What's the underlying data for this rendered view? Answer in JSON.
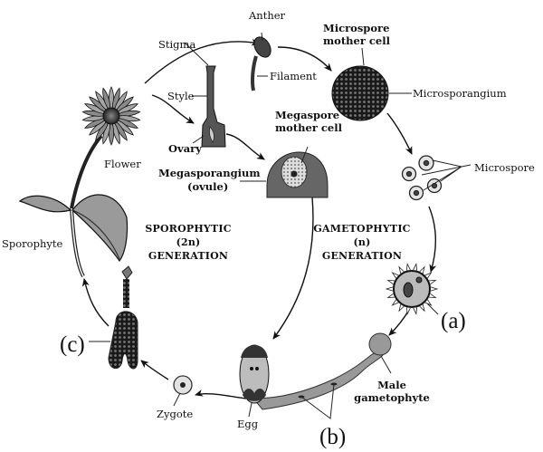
{
  "title": "Life cycle of an angiosperm",
  "labels": {
    "anther": "Anther",
    "stigma": "Stigma",
    "filament": "Filament",
    "microspore_mother_cell_1": "Microspore",
    "microspore_mother_cell_2": "mother cell",
    "microsporangium": "Microsporangium",
    "style": "Style",
    "ovary": "Ovary",
    "megaspore_mother_cell_1": "Megaspore",
    "megaspore_mother_cell_2": "mother cell",
    "flower": "Flower",
    "megasporangium_1": "Megasporangium",
    "megasporangium_2": "(ovule)",
    "microspore": "Microspore",
    "sporophyte": "Sporophyte",
    "sporophytic_1": "SPOROPHYTIC",
    "sporophytic_2": "(2n)",
    "sporophytic_3": "GENERATION",
    "gametophytic_1": "GAMETOPHYTIC",
    "gametophytic_2": "(n)",
    "gametophytic_3": "GENERATION",
    "male_gametophyte_1": "Male",
    "male_gametophyte_2": "gametophyte",
    "zygote": "Zygote",
    "egg": "Egg",
    "marker_a": "(a)",
    "marker_b": "(b)",
    "marker_c": "(c)"
  }
}
